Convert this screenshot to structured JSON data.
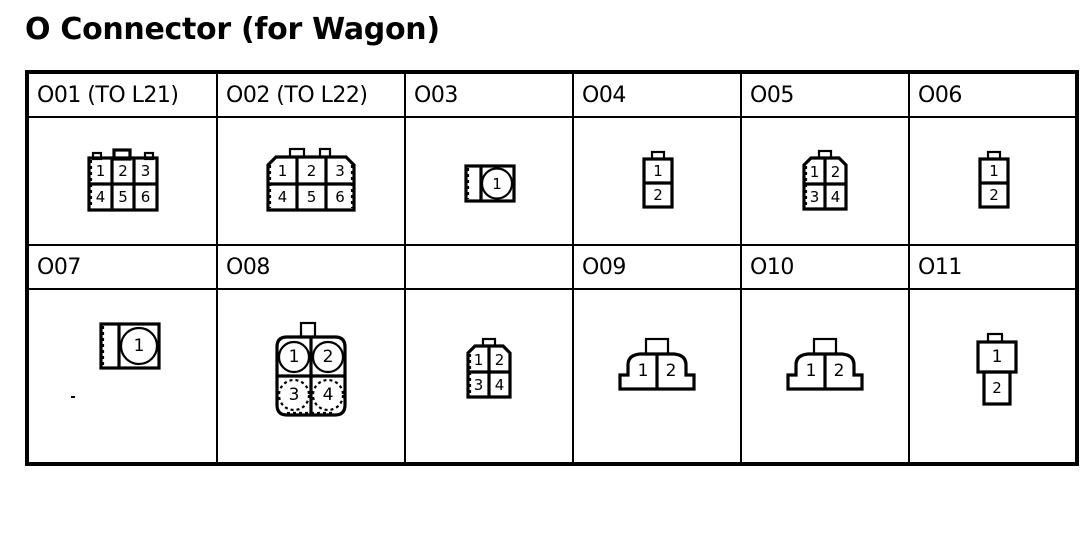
{
  "page": {
    "title": "O Connector (for Wagon)"
  },
  "table": {
    "rows": [
      {
        "headers": [
          {
            "label": "O01 (TO L21)"
          },
          {
            "label": "O02 (TO L22)"
          },
          {
            "label": "O03"
          },
          {
            "label": "O04"
          },
          {
            "label": "O05"
          },
          {
            "label": "O06"
          }
        ],
        "connectors": [
          {
            "id": "O01",
            "type": "rect-6pin-2x3",
            "pins": [
              "1",
              "2",
              "3",
              "4",
              "5",
              "6"
            ]
          },
          {
            "id": "O02",
            "type": "chamfered-6pin-2x3",
            "pins": [
              "1",
              "2",
              "3",
              "4",
              "5",
              "6"
            ]
          },
          {
            "id": "O03",
            "type": "single-round-pin",
            "pins": [
              "1"
            ]
          },
          {
            "id": "O04",
            "type": "vertical-2pin",
            "pins": [
              "1",
              "2"
            ]
          },
          {
            "id": "O05",
            "type": "chamfered-4pin-2x2",
            "pins": [
              "1",
              "2",
              "3",
              "4"
            ]
          },
          {
            "id": "O06",
            "type": "vertical-2pin",
            "pins": [
              "1",
              "2"
            ]
          }
        ]
      },
      {
        "headers": [
          {
            "label": "O07"
          },
          {
            "label": "O08"
          },
          {
            "label": ""
          },
          {
            "label": "O09"
          },
          {
            "label": "O10"
          },
          {
            "label": "O11"
          }
        ],
        "connectors": [
          {
            "id": "O07",
            "type": "single-round-pin",
            "pins": [
              "1"
            ]
          },
          {
            "id": "O08",
            "type": "round-4pin-2x2",
            "pins": [
              "1",
              "2",
              "3",
              "4"
            ]
          },
          {
            "id": "O-blank",
            "type": "chamfered-4pin-2x2",
            "pins": [
              "1",
              "2",
              "3",
              "4"
            ]
          },
          {
            "id": "O09",
            "type": "domed-2pin",
            "pins": [
              "1",
              "2"
            ]
          },
          {
            "id": "O10",
            "type": "domed-2pin",
            "pins": [
              "1",
              "2"
            ]
          },
          {
            "id": "O11",
            "type": "stepped-2pin",
            "pins": [
              "1",
              "2"
            ]
          }
        ]
      }
    ]
  },
  "colors": {
    "ink": "#000000",
    "background": "#ffffff"
  }
}
